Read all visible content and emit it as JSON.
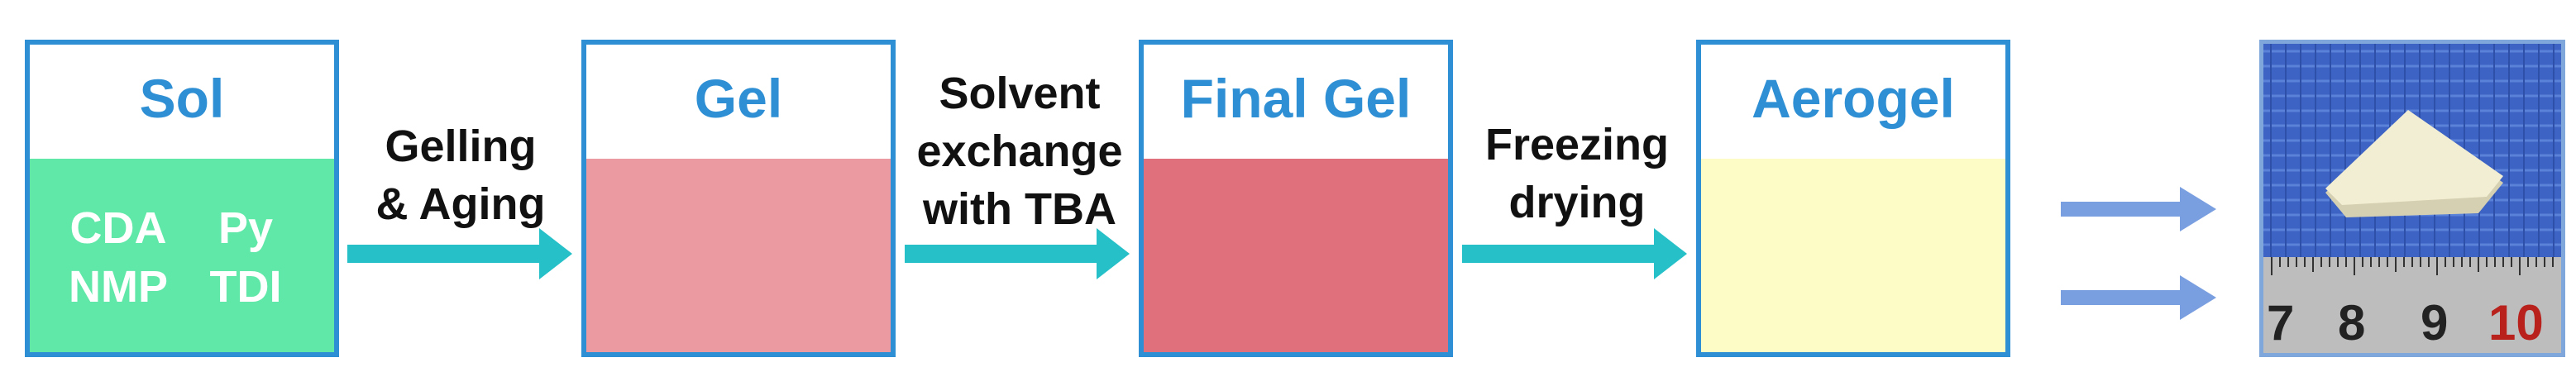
{
  "colors": {
    "box_border": "#2f8fd4",
    "title_text": "#2f8fd4",
    "sol_fill": "#5fe8a8",
    "gel_fill": "#ea9aa0",
    "final_gel_fill": "#e0717c",
    "aerogel_fill": "#fdfcc6",
    "process_arrow": "#26c0c8",
    "result_arrow": "#7a9fe0"
  },
  "stages": [
    {
      "title": "Sol",
      "contents": [
        "CDA",
        "Py",
        "NMP",
        "TDI"
      ]
    },
    {
      "title": "Gel"
    },
    {
      "title": "Final Gel"
    },
    {
      "title": "Aerogel"
    }
  ],
  "steps": [
    {
      "lines": [
        "Gelling",
        "& Aging"
      ]
    },
    {
      "lines": [
        "Solvent",
        "exchange",
        "with TBA"
      ]
    },
    {
      "lines": [
        "Freezing",
        "drying"
      ]
    }
  ],
  "photo": {
    "ruler_numbers": [
      "7",
      "8",
      "9",
      "10"
    ],
    "colors": {
      "mesh": "#3d63c4",
      "sample": "#f2eed3",
      "ruler": "#bdbdbd",
      "highlight_number": "#b8211c"
    }
  }
}
